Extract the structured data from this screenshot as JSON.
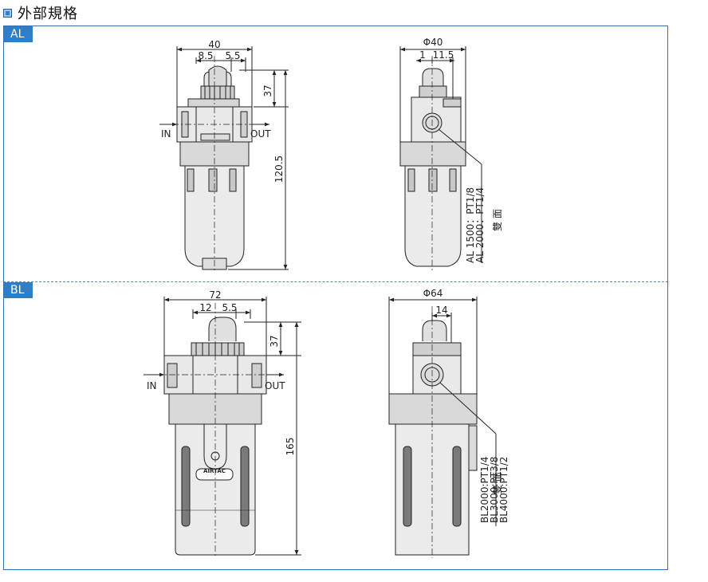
{
  "header": {
    "title": "外部規格",
    "bullet_color": "#2f7fc6"
  },
  "sections": {
    "al": {
      "label": "AL",
      "dims": {
        "width": "40",
        "offset_a": "8.5",
        "offset_b": "5.5",
        "top": "37",
        "height": "120.5",
        "phi": "Φ40",
        "side_a": "1",
        "side_b": "11.5"
      },
      "ports": {
        "in": "IN",
        "out": "OUT"
      },
      "notes": [
        "AL 1500：PT1/8",
        "AL 2000：PT1/4"
      ],
      "both_sides": "雙 面"
    },
    "bl": {
      "label": "BL",
      "dims": {
        "width": "72",
        "offset_a": "12",
        "offset_b": "5.5",
        "top": "37",
        "height": "165",
        "phi": "Φ64",
        "side_a": "14"
      },
      "ports": {
        "in": "IN",
        "out": "OUT"
      },
      "notes": [
        "BL2000:PT1/4",
        "BL3000:PT3/8",
        "BL4000:PT1/2"
      ],
      "both_sides": "雙 面",
      "brand": "AIRTAC"
    }
  }
}
